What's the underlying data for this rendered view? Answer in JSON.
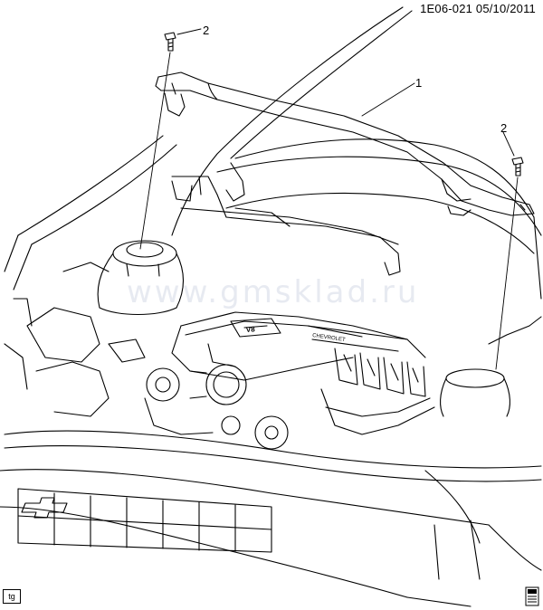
{
  "diagram": {
    "doc_id": "1E06-021",
    "date": "05/10/2011",
    "callouts": {
      "brace": "1",
      "bolt_left": "2",
      "bolt_right": "2"
    },
    "corner_tag": "tg",
    "watermark": "www.gmsklad.ru",
    "badge_engine_cover": "V8",
    "badge_intake": "CHEVROLET"
  },
  "colors": {
    "line": "#000000",
    "background": "#ffffff"
  },
  "icons": {
    "corner_logo": "book-icon"
  }
}
